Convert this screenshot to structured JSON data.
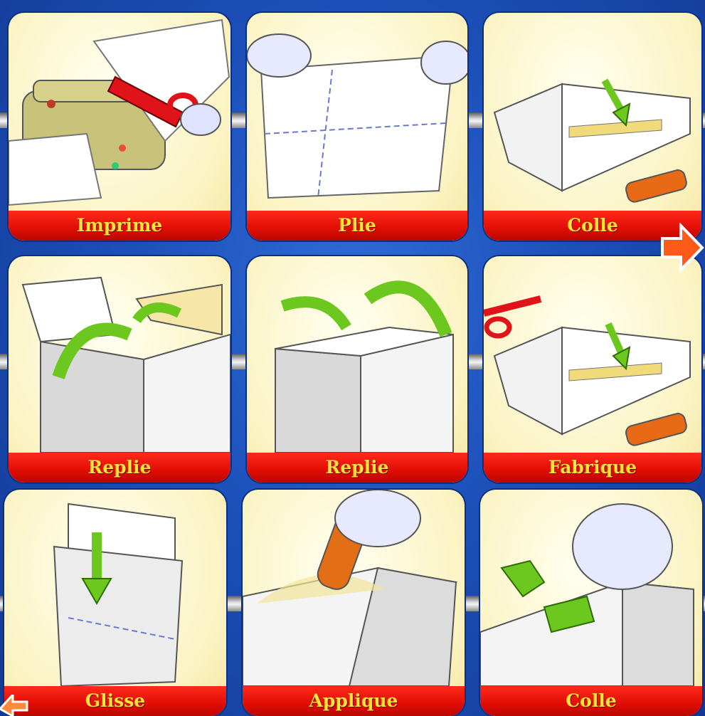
{
  "steps": [
    {
      "label": "Imprime"
    },
    {
      "label": "Plie"
    },
    {
      "label": "Colle"
    },
    {
      "label": "Replie"
    },
    {
      "label": "Replie"
    },
    {
      "label": "Fabrique"
    },
    {
      "label": "Glisse"
    },
    {
      "label": "Applique"
    },
    {
      "label": "Colle"
    }
  ],
  "navigation": {
    "next_icon": "red-arrow-right-icon",
    "prev_icon": "arrow-left-icon"
  },
  "colors": {
    "background": "#1c4fb8",
    "card": "#fbf3c2",
    "label_bar": "#e00d05",
    "label_text": "#ffe23a",
    "arrow": "#7ccf2a"
  }
}
